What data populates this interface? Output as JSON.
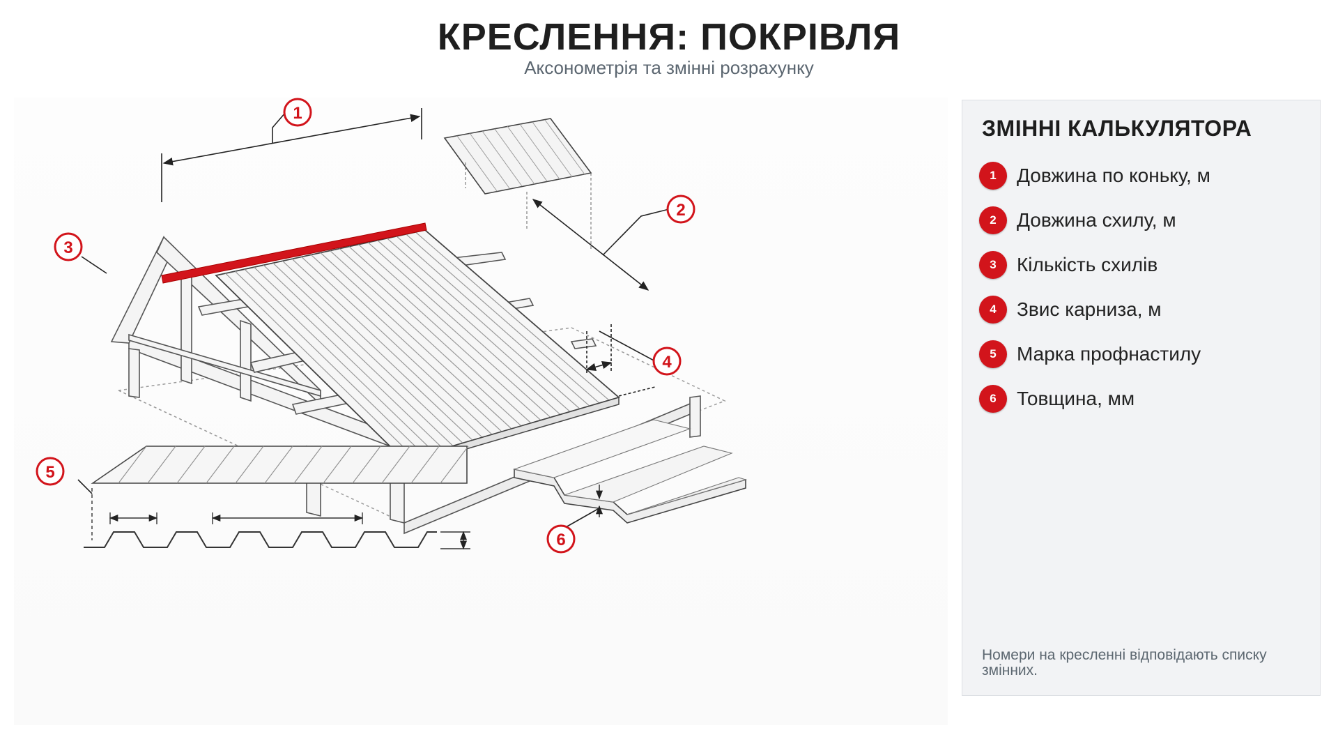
{
  "header": {
    "title": "КРЕСЛЕННЯ: ПОКРІВЛЯ",
    "subtitle": "Аксонометрія та змінні розрахунку"
  },
  "drawing": {
    "callouts": [
      "1",
      "2",
      "3",
      "4",
      "5",
      "6"
    ]
  },
  "panel": {
    "title": "ЗМІННІ КАЛЬКУЛЯТОРА",
    "variables": [
      {
        "num": "1",
        "label": "Довжина по коньку, м"
      },
      {
        "num": "2",
        "label": "Довжина схилу, м"
      },
      {
        "num": "3",
        "label": "Кількість схилів"
      },
      {
        "num": "4",
        "label": "Звис карниза, м"
      },
      {
        "num": "5",
        "label": "Марка профнастилу"
      },
      {
        "num": "6",
        "label": "Товщина, мм"
      }
    ],
    "note": "Номери на кресленні відповідають списку змінних."
  },
  "colors": {
    "accent": "#d2141b",
    "line": "#3a3a3a",
    "panel_bg": "#f2f3f5"
  }
}
